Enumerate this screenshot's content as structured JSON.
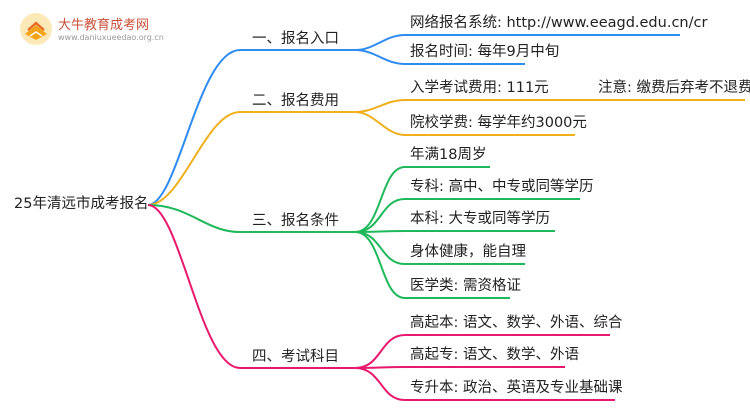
{
  "logo": {
    "title": "大牛教育成考网",
    "subtitle": "www.daniuxueedao.org.cn"
  },
  "root": {
    "label": "25年清远市成考报名"
  },
  "branches": [
    {
      "label": "一、报名入口",
      "color": "#2f8cf0",
      "items": [
        {
          "text": "网络报名系统: http://www.eeagd.edu.cn/cr"
        },
        {
          "text": "报名时间: 每年9月中旬"
        }
      ]
    },
    {
      "label": "二、报名费用",
      "color": "#f0b01c",
      "items": [
        {
          "text": "入学考试费用: 111元",
          "note": "注意: 缴费后弃考不退费"
        },
        {
          "text": "院校学费: 每学年约3000元"
        }
      ]
    },
    {
      "label": "三、报名条件",
      "color": "#1fb85a",
      "items": [
        {
          "text": "年满18周岁"
        },
        {
          "text": "专科: 高中、中专或同等学历"
        },
        {
          "text": "本科: 大专或同等学历"
        },
        {
          "text": "身体健康，能自理"
        },
        {
          "text": "医学类: 需资格证"
        }
      ]
    },
    {
      "label": "四、考试科目",
      "color": "#e8186f",
      "items": [
        {
          "text": "高起本: 语文、数学、外语、综合"
        },
        {
          "text": "高起专: 语文、数学、外语"
        },
        {
          "text": "专升本: 政治、英语及专业基础课"
        }
      ]
    }
  ]
}
